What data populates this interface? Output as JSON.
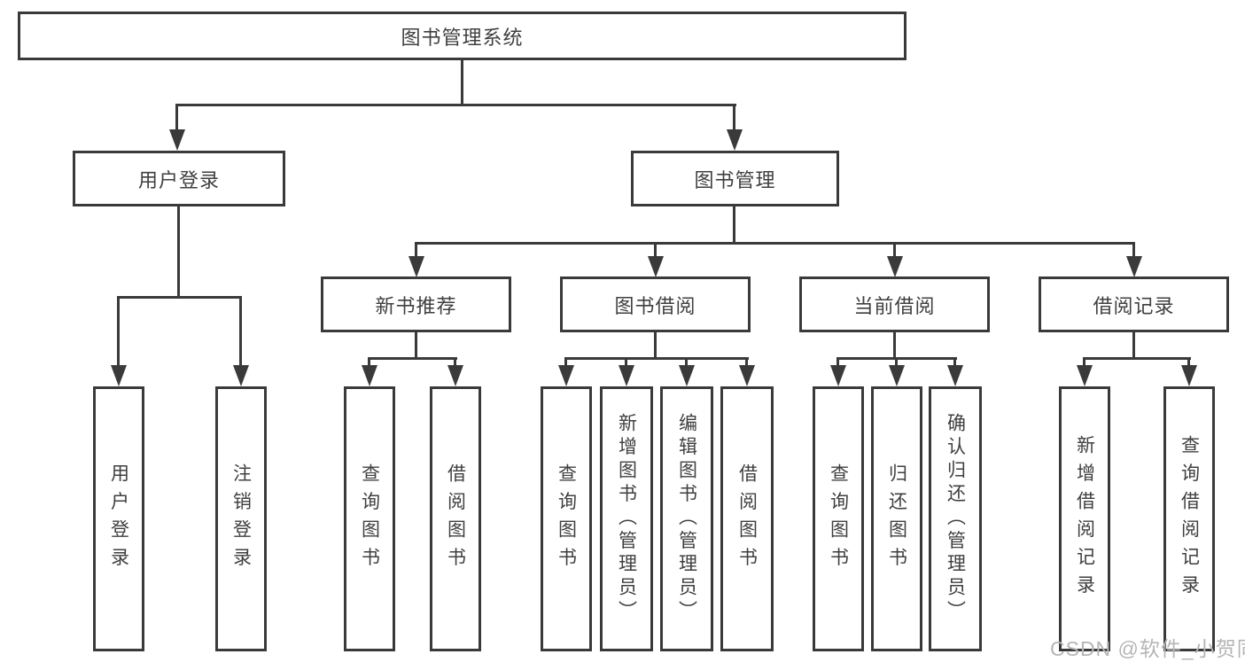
{
  "diagram": {
    "type": "tree",
    "root": {
      "label": "图书管理系统",
      "children": [
        {
          "label": "用户登录",
          "children": [
            {
              "label": "用户登录"
            },
            {
              "label": "注销登录"
            }
          ]
        },
        {
          "label": "图书管理",
          "children": [
            {
              "label": "新书推荐",
              "children": [
                {
                  "label": "查询图书"
                },
                {
                  "label": "借阅图书"
                }
              ]
            },
            {
              "label": "图书借阅",
              "children": [
                {
                  "label": "查询图书"
                },
                {
                  "label": "新增图书（管理员）"
                },
                {
                  "label": "编辑图书（管理员）"
                },
                {
                  "label": "借阅图书"
                }
              ]
            },
            {
              "label": "当前借阅",
              "children": [
                {
                  "label": "查询图书"
                },
                {
                  "label": "归还图书"
                },
                {
                  "label": "确认归还（管理员）"
                }
              ]
            },
            {
              "label": "借阅记录",
              "children": [
                {
                  "label": "新增借阅记录"
                },
                {
                  "label": "查询借阅记录"
                }
              ]
            }
          ]
        }
      ]
    }
  },
  "watermark": {
    "text": "CSDN @软件_小贺同学"
  },
  "colors": {
    "line": "#3a3a3a",
    "text": "#3f3f3f",
    "watermark": "#b5b5b5",
    "background": "#ffffff"
  }
}
